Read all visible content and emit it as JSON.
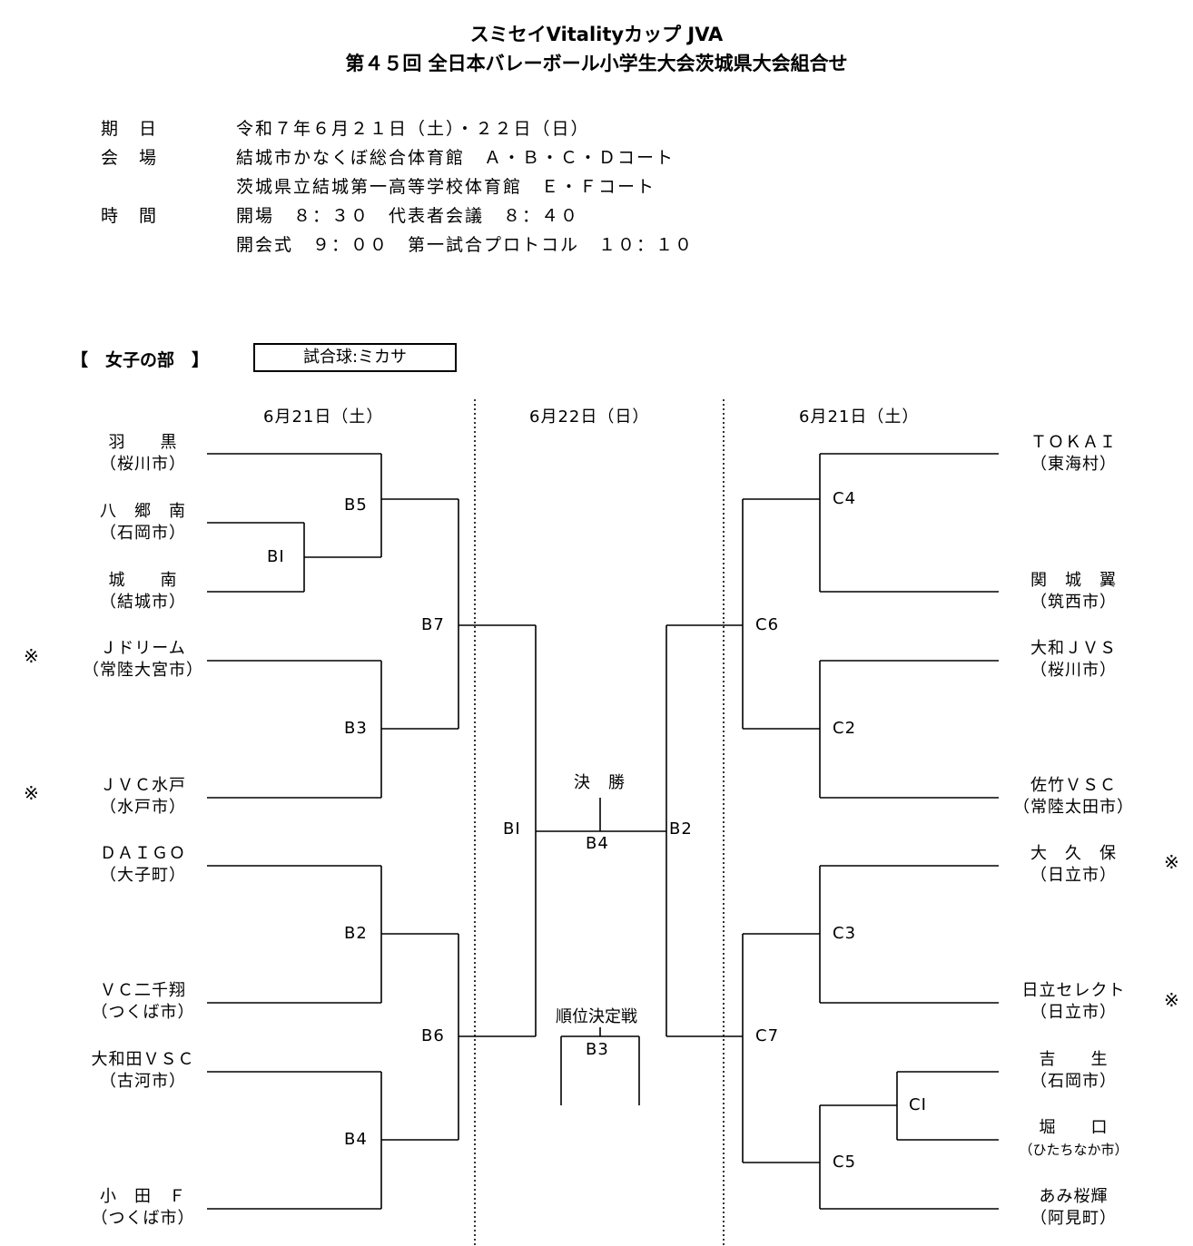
{
  "header": {
    "title_line1": "スミセイVitalityカップ JVA",
    "title_line2": "第４５回 全日本バレーボール小学生大会茨城県大会組合せ"
  },
  "info": [
    {
      "label": "期　日",
      "value": "令和７年６月２１日（土）・２２日（日）"
    },
    {
      "label": "会　場",
      "value": "結城市かなくぼ総合体育館　Ａ・Ｂ・Ｃ・Ｄコート"
    },
    {
      "label": "",
      "value": "茨城県立結城第一高等学校体育館　Ｅ・Ｆコート"
    },
    {
      "label": "時　間",
      "value": "開場　８：３０　代表者会議　８：４０"
    },
    {
      "label": "",
      "value": "開会式　９：００　第一試合プロトコル　１０：１０"
    }
  ],
  "section": {
    "label": "【　女子の部　】",
    "ball": "試合球:ミカサ"
  },
  "dates": {
    "left": "6月21日（土）",
    "center": "6月22日（日）",
    "right": "6月21日（土）"
  },
  "left_teams": [
    {
      "name": "羽　　黒",
      "city": "（桜川市）",
      "mark": ""
    },
    {
      "name": "八　郷　南",
      "city": "（石岡市）",
      "mark": ""
    },
    {
      "name": "城　　南",
      "city": "（結城市）",
      "mark": ""
    },
    {
      "name": "Ｊドリーム",
      "city": "（常陸大宮市）",
      "mark": "※"
    },
    {
      "name": "ＪＶＣ水戸",
      "city": "（水戸市）",
      "mark": "※"
    },
    {
      "name": "ＤＡＩＧＯ",
      "city": "（大子町）",
      "mark": ""
    },
    {
      "name": "ＶＣ二千翔",
      "city": "（つくば市）",
      "mark": ""
    },
    {
      "name": "大和田ＶＳＣ",
      "city": "（古河市）",
      "mark": ""
    },
    {
      "name": "小　田　Ｆ",
      "city": "（つくば市）",
      "mark": ""
    }
  ],
  "right_teams": [
    {
      "name": "ＴＯＫＡＩ",
      "city": "（東海村）",
      "mark": ""
    },
    {
      "name": "関　城　翼",
      "city": "（筑西市）",
      "mark": ""
    },
    {
      "name": "大和ＪＶＳ",
      "city": "（桜川市）",
      "mark": ""
    },
    {
      "name": "佐竹ＶＳＣ",
      "city": "（常陸太田市）",
      "mark": ""
    },
    {
      "name": "大　久　保",
      "city": "（日立市）",
      "mark": "※"
    },
    {
      "name": "日立セレクト",
      "city": "（日立市）",
      "mark": "※"
    },
    {
      "name": "吉　　生",
      "city": "（石岡市）",
      "mark": ""
    },
    {
      "name": "堀　　口",
      "city": "（ひたちなか市）",
      "mark": ""
    },
    {
      "name": "あみ桜輝",
      "city": "（阿見町）",
      "mark": ""
    }
  ],
  "match_labels": {
    "B1a": "BⅠ",
    "B5": "B5",
    "B3": "B3",
    "B7": "B7",
    "B2": "B2",
    "B4": "B4",
    "B6": "B6",
    "C4": "C4",
    "C6": "C6",
    "C2": "C2",
    "C3": "C3",
    "C7": "C7",
    "C1": "CⅠ",
    "C5": "C5",
    "final_left": "BⅠ",
    "final_right": "B2",
    "final_code": "B4",
    "third_code": "B3"
  },
  "finals": {
    "final_label": "決　勝",
    "third_label": "順位決定戦"
  }
}
